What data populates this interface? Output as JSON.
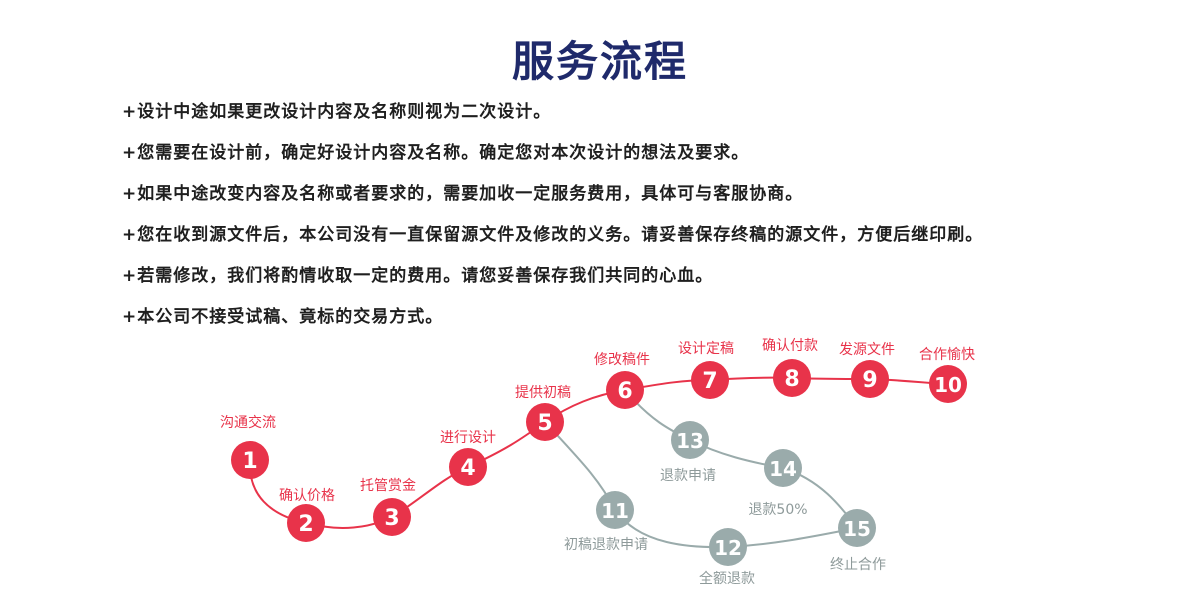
{
  "header": {
    "title": "服务流程"
  },
  "rules": [
    "+设计中途如果更改设计内容及名称则视为二次设计。",
    "+您需要在设计前，确定好设计内容及名称。确定您对本次设计的想法及要求。",
    "+如果中途改变内容及名称或者要求的，需要加收一定服务费用，具体可与客服协商。",
    "+您在收到源文件后，本公司没有一直保留源文件及修改的义务。请妥善保存终稿的源文件，方便后继印刷。",
    "+若需修改，我们将酌情收取一定的费用。请您妥善保存我们共同的心血。",
    "+本公司不接受试稿、竟标的交易方式。"
  ],
  "colors": {
    "title": "#1f2a6b",
    "main_path": "#e8334a",
    "alt_path": "#9aabab"
  },
  "steps": [
    {
      "num": "1",
      "label": "沟通交流",
      "track": "main"
    },
    {
      "num": "2",
      "label": "确认价格",
      "track": "main"
    },
    {
      "num": "3",
      "label": "托管赏金",
      "track": "main"
    },
    {
      "num": "4",
      "label": "进行设计",
      "track": "main"
    },
    {
      "num": "5",
      "label": "提供初稿",
      "track": "main"
    },
    {
      "num": "6",
      "label": "修改稿件",
      "track": "main"
    },
    {
      "num": "7",
      "label": "设计定稿",
      "track": "main"
    },
    {
      "num": "8",
      "label": "确认付款",
      "track": "main"
    },
    {
      "num": "9",
      "label": "发源文件",
      "track": "main"
    },
    {
      "num": "10",
      "label": "合作愉快",
      "track": "main"
    },
    {
      "num": "11",
      "label": "初稿退款申请",
      "track": "refund"
    },
    {
      "num": "12",
      "label": "全额退款",
      "track": "refund"
    },
    {
      "num": "13",
      "label": "退款申请",
      "track": "refund"
    },
    {
      "num": "14",
      "label": "退款50%",
      "track": "refund"
    },
    {
      "num": "15",
      "label": "终止合作",
      "track": "refund"
    }
  ]
}
